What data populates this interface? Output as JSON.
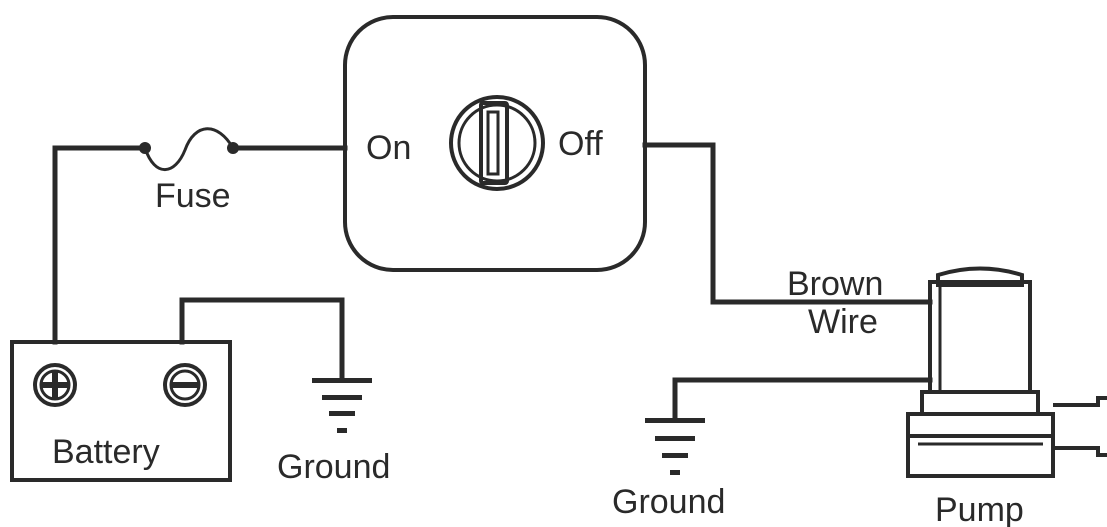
{
  "labels": {
    "fuse": "Fuse",
    "switch_on": "On",
    "switch_off": "Off",
    "battery": "Battery",
    "ground_left": "Ground",
    "ground_right": "Ground",
    "brown_wire_line1": "Brown",
    "brown_wire_line2": "Wire",
    "pump": "Pump"
  },
  "colors": {
    "ink": "#2a2a2a",
    "background": "#ffffff"
  }
}
